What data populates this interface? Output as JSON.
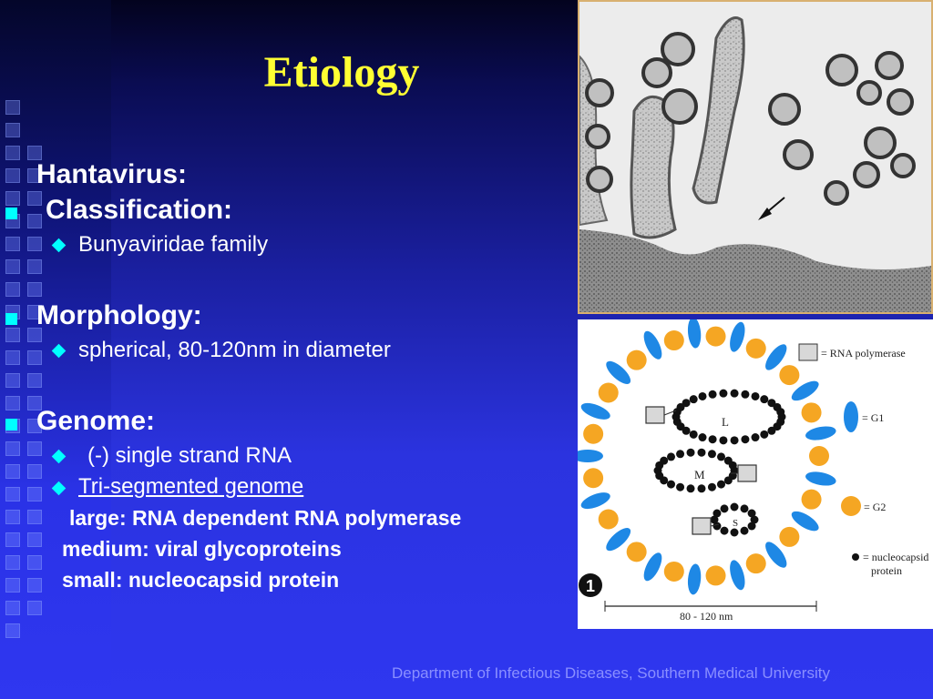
{
  "slide": {
    "title": "Etiology",
    "hantavirus": "Hantavirus:",
    "classification": {
      "heading": "Classification:",
      "items": [
        "Bunyaviridae family"
      ]
    },
    "morphology": {
      "heading": "Morphology:",
      "items": [
        "spherical, 80-120nm in diameter"
      ]
    },
    "genome": {
      "heading": "Genome:",
      "items": [
        "(-) single strand RNA",
        "Tri-segmented genome"
      ],
      "segments": [
        "large: RNA dependent RNA polymerase",
        "medium: viral glycoproteins",
        "small: nucleocapsid protein"
      ]
    },
    "footer": "Department of Infectious Diseases, Southern Medical University"
  },
  "diagram": {
    "legend": {
      "rna_polymerase": "= RNA polymerase",
      "g1": "= G1",
      "g2": "= G2",
      "nucleocapsid_1": "= nucleocapsid",
      "nucleocapsid_2": "protein"
    },
    "segment_labels": {
      "l": "L",
      "m": "M",
      "s": "S"
    },
    "figure_number": "1",
    "scale": "80 - 120 nm"
  },
  "colors": {
    "title": "#ffff33",
    "bullet": "#00ffff",
    "g1": "#1e88e5",
    "g2": "#f5a623",
    "footer": "#8a8fff"
  }
}
